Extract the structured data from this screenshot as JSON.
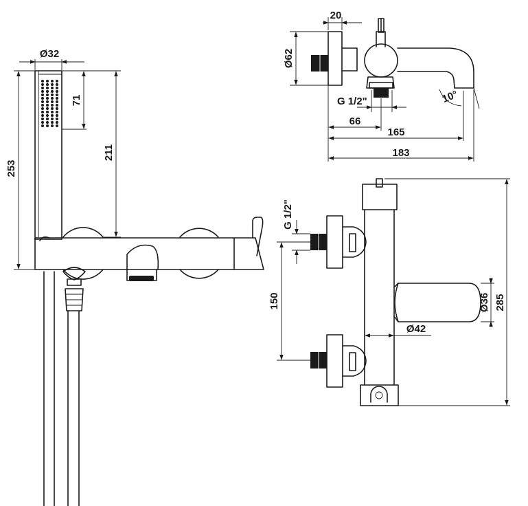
{
  "dimensions": {
    "d_handshower": "Ø32",
    "h_spray": "71",
    "h_handshower_top": "211",
    "h_total_left": "253",
    "w_flange": "20",
    "d_flange": "Ø62",
    "thread_side": "G 1/2\"",
    "l_66": "66",
    "l_165": "165",
    "l_183": "183",
    "thread_front": "G 1/2\"",
    "spacing": "150",
    "d_spout": "Ø36",
    "d_body": "Ø42",
    "h_front": "285",
    "angle_spout": "10°"
  }
}
